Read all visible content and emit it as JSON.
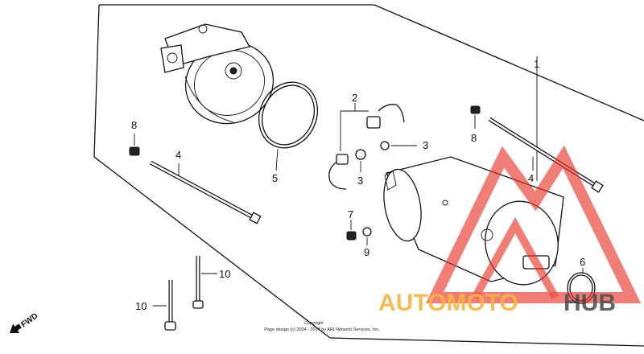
{
  "callouts": [
    {
      "id": "c1",
      "text": "1"
    },
    {
      "id": "c2",
      "text": "2"
    },
    {
      "id": "c3a",
      "text": "3"
    },
    {
      "id": "c3b",
      "text": "3"
    },
    {
      "id": "c4a",
      "text": "4"
    },
    {
      "id": "c4b",
      "text": "4"
    },
    {
      "id": "c5",
      "text": "5"
    },
    {
      "id": "c6",
      "text": "6"
    },
    {
      "id": "c7",
      "text": "7"
    },
    {
      "id": "c8a",
      "text": "8"
    },
    {
      "id": "c8b",
      "text": "8"
    },
    {
      "id": "c9",
      "text": "9"
    },
    {
      "id": "c10a",
      "text": "10"
    },
    {
      "id": "c10b",
      "text": "10"
    }
  ],
  "fwd_label": "FWD",
  "copyright": {
    "line1": "Copyright",
    "line2": "Page design (c) 2004 - 2014 by ARI Network Services, Inc."
  },
  "watermark": {
    "text_part1": "AUTOMOTO",
    "text_part2": "HUB",
    "color_orange": "#f5a623",
    "color_red": "#e8352b",
    "color_dark": "#333333"
  }
}
